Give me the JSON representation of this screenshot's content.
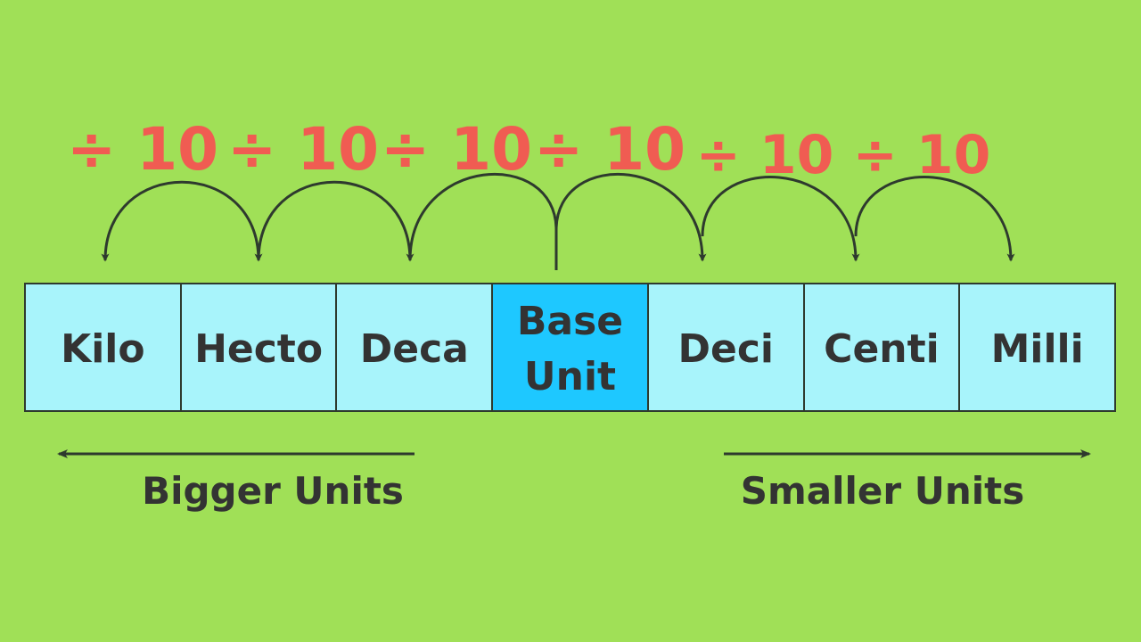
{
  "operations": [
    "÷ 10",
    "÷ 10",
    "÷ 10",
    "÷ 10",
    "÷ 10",
    "÷ 10"
  ],
  "units": [
    "Kilo",
    "Hecto",
    "Deca",
    "Base\nUnit",
    "Deci",
    "Centi",
    "Milli"
  ],
  "directions": {
    "bigger": "Bigger Units",
    "smaller": "Smaller Units"
  },
  "colors": {
    "background": "#a0e057",
    "operator": "#f05c52",
    "cell": "#a8f4fb",
    "base_cell": "#1ec8ff",
    "text": "#333333",
    "line": "#2e3a2e"
  }
}
